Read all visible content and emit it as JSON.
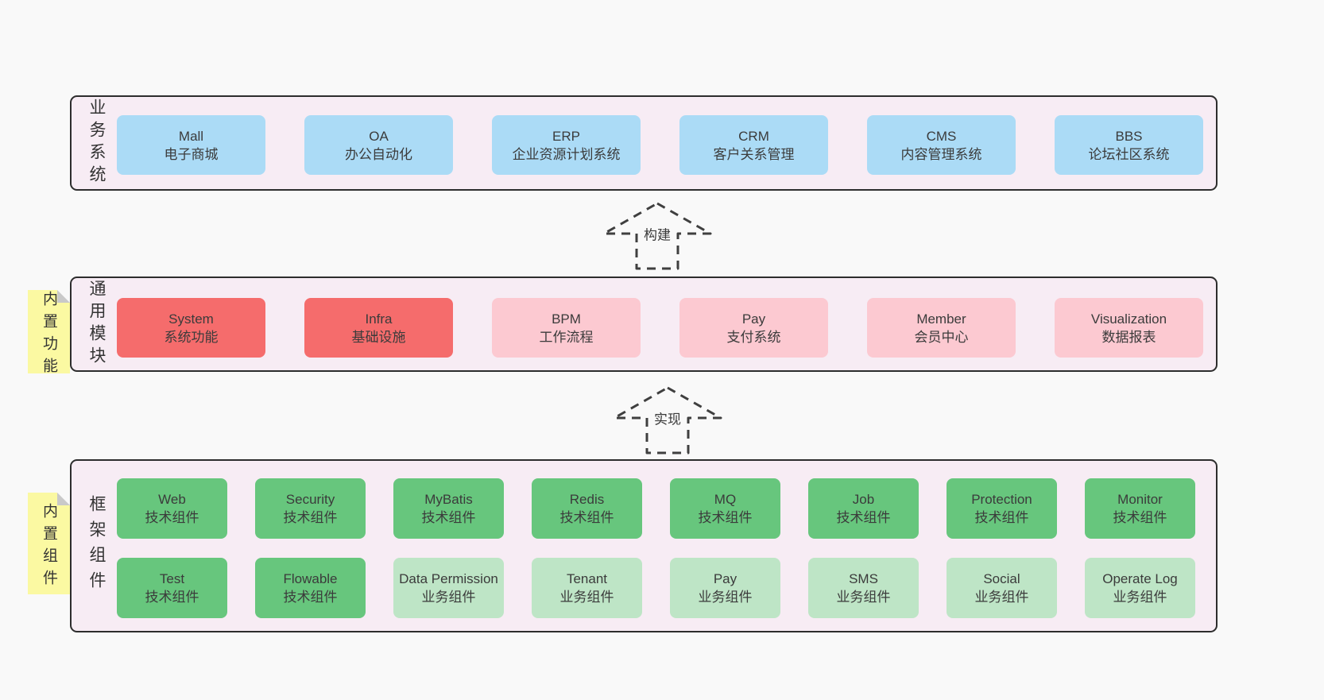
{
  "colors": {
    "page_background": "#f9f9f9",
    "panel_background": "#f7ecf4",
    "panel_border": "#2d2d2d",
    "blue_box": "#abdbf6",
    "red_box": "#f56c6c",
    "pink_box": "#fcc9d1",
    "green_box": "#67c67d",
    "light_green_box": "#bee5c6",
    "sticky_yellow": "#fbf9a2",
    "sticky_fold_gray": "#c9c9c9"
  },
  "arrows": {
    "build": "构建",
    "implement": "实现"
  },
  "sections": {
    "business": {
      "label": "业务系统",
      "boxes": [
        {
          "title": "Mall",
          "subtitle": "电子商城"
        },
        {
          "title": "OA",
          "subtitle": "办公自动化"
        },
        {
          "title": "ERP",
          "subtitle": "企业资源计划系统"
        },
        {
          "title": "CRM",
          "subtitle": "客户关系管理"
        },
        {
          "title": "CMS",
          "subtitle": "内容管理系统"
        },
        {
          "title": "BBS",
          "subtitle": "论坛社区系统"
        }
      ]
    },
    "modules": {
      "label": "通用模块",
      "sticky": "内置功能",
      "boxes": [
        {
          "title": "System",
          "subtitle": "系统功能"
        },
        {
          "title": "Infra",
          "subtitle": "基础设施"
        },
        {
          "title": "BPM",
          "subtitle": "工作流程"
        },
        {
          "title": "Pay",
          "subtitle": "支付系统"
        },
        {
          "title": "Member",
          "subtitle": "会员中心"
        },
        {
          "title": "Visualization",
          "subtitle": "数据报表"
        }
      ]
    },
    "framework": {
      "label": "框架组件",
      "sticky": "内置组件",
      "row1": [
        {
          "title": "Web",
          "subtitle": "技术组件"
        },
        {
          "title": "Security",
          "subtitle": "技术组件"
        },
        {
          "title": "MyBatis",
          "subtitle": "技术组件"
        },
        {
          "title": "Redis",
          "subtitle": "技术组件"
        },
        {
          "title": "MQ",
          "subtitle": "技术组件"
        },
        {
          "title": "Job",
          "subtitle": "技术组件"
        },
        {
          "title": "Protection",
          "subtitle": "技术组件"
        },
        {
          "title": "Monitor",
          "subtitle": "技术组件"
        }
      ],
      "row2": [
        {
          "title": "Test",
          "subtitle": "技术组件"
        },
        {
          "title": "Flowable",
          "subtitle": "技术组件"
        },
        {
          "title": "Data Permission",
          "subtitle": "业务组件"
        },
        {
          "title": "Tenant",
          "subtitle": "业务组件"
        },
        {
          "title": "Pay",
          "subtitle": "业务组件"
        },
        {
          "title": "SMS",
          "subtitle": "业务组件"
        },
        {
          "title": "Social",
          "subtitle": "业务组件"
        },
        {
          "title": "Operate Log",
          "subtitle": "业务组件"
        }
      ]
    }
  }
}
